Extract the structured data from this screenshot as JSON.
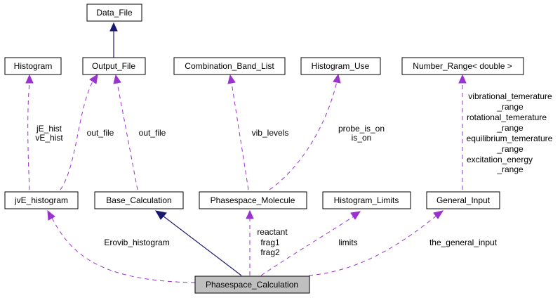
{
  "nodes": {
    "data_file": "Data_File",
    "histogram": "Histogram",
    "output_file": "Output_File",
    "combination_band_list": "Combination_Band_List",
    "histogram_use": "Histogram_Use",
    "number_range": "Number_Range< double >",
    "jve_histogram": "jvE_histogram",
    "base_calculation": "Base_Calculation",
    "phasespace_molecule": "Phasespace_Molecule",
    "histogram_limits": "Histogram_Limits",
    "general_input": "General_Input",
    "phasespace_calculation": "Phasespace_Calculation"
  },
  "labels": {
    "jve_hist": [
      "jE_hist",
      "vE_hist"
    ],
    "out_file_left": "out_file",
    "out_file_right": "out_file",
    "vib_levels": "vib_levels",
    "probe_is_on": [
      "probe_is_on",
      "is_on"
    ],
    "ranges": [
      "vibrational_temerature",
      "_range",
      "rotational_temerature",
      "_range",
      "equilibrium_temerature",
      "_range",
      "excitation_energy",
      "_range"
    ],
    "erovib_histogram": "Erovib_histogram",
    "molecule_members": [
      "reactant",
      "frag1",
      "frag2"
    ],
    "limits": "limits",
    "the_general_input": "the_general_input"
  },
  "colors": {
    "dependency_edge": "#9a32cd",
    "inheritance_edge": "#191970",
    "focus_node_fill": "#bfbfbf"
  }
}
